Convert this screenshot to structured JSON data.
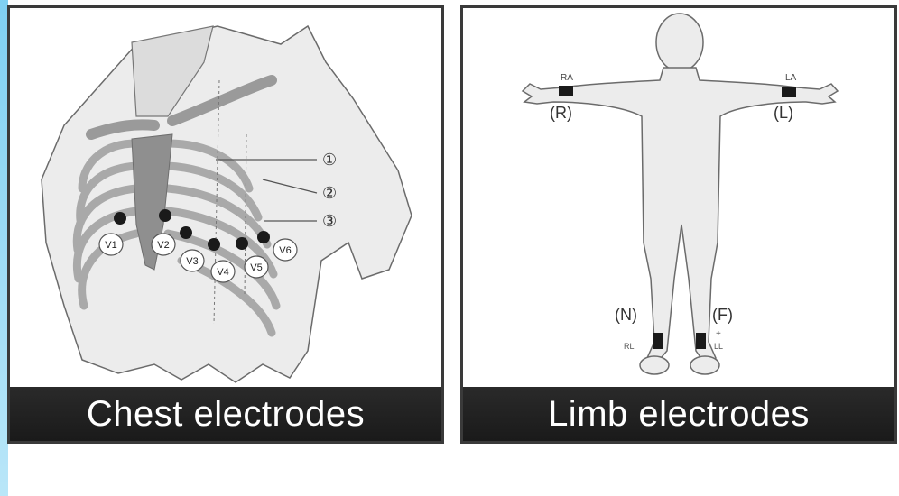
{
  "chest": {
    "caption": "Chest electrodes",
    "leads": [
      "V1",
      "V2",
      "V3",
      "V4",
      "V5",
      "V6"
    ],
    "landmarks": [
      "①",
      "②",
      "③"
    ]
  },
  "limb": {
    "caption": "Limb electrodes",
    "right_arm": {
      "code": "RA",
      "letter": "(R)"
    },
    "left_arm": {
      "code": "LA",
      "letter": "(L)"
    },
    "right_leg": {
      "code": "RL",
      "letter": "(N)"
    },
    "left_leg": {
      "code": "LL",
      "letter": "(F)",
      "mark": "+"
    }
  },
  "colors": {
    "caption_bg": "#1f1f1f",
    "skin": "#ececec",
    "rib": "#a9a9a9",
    "electrode": "#1a1a1a"
  }
}
